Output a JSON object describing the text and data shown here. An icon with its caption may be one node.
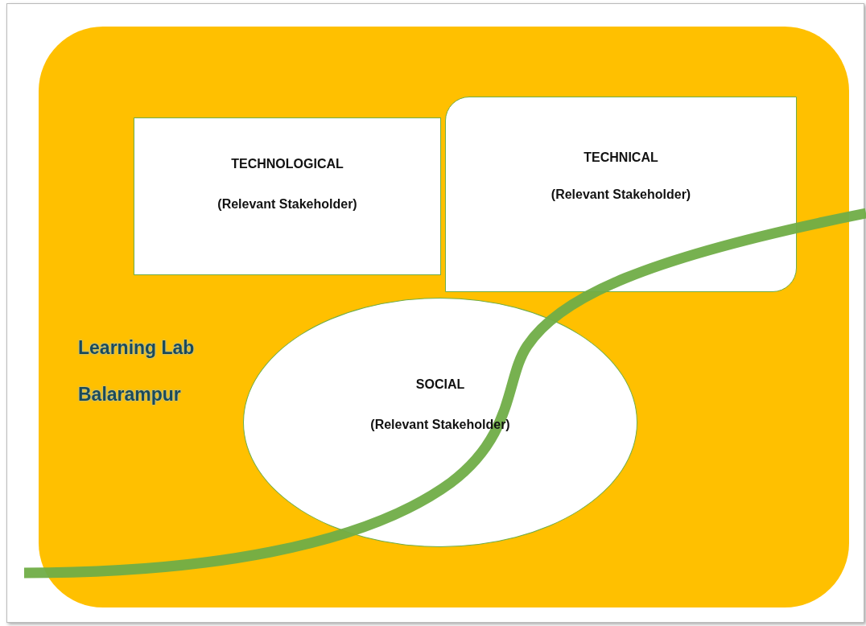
{
  "diagram": {
    "nodes": [
      {
        "text": [
          "Learning Lab Balarampur"
        ]
      },
      {
        "text": [
          "TECHNOLOGICAL",
          "(Relevant Stakeholder)"
        ],
        "in": 0
      },
      {
        "text": [
          "TECHNICAL",
          "(Relevant Stakeholder)"
        ],
        "in": 0
      },
      {
        "text": [
          "SOCIAL",
          "(Relevant Stakeholder)"
        ],
        "in": 0
      }
    ]
  }
}
